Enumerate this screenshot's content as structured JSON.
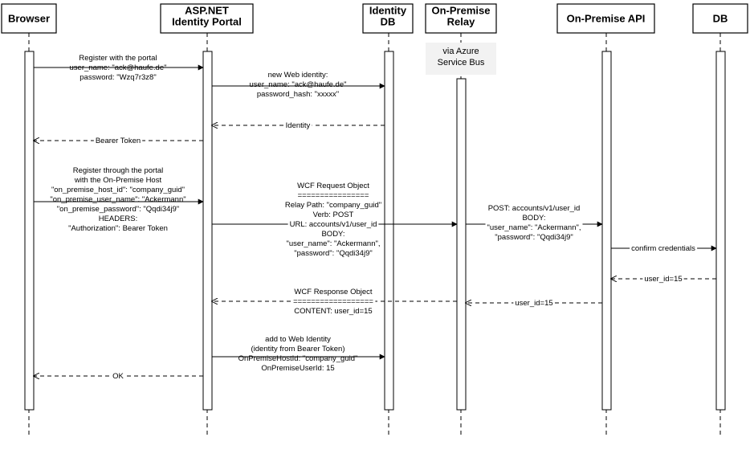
{
  "participants": [
    {
      "id": "browser",
      "lines": [
        "Browser"
      ]
    },
    {
      "id": "portal",
      "lines": [
        "ASP.NET",
        "Identity Portal"
      ]
    },
    {
      "id": "identitydb",
      "lines": [
        "Identity",
        "DB"
      ]
    },
    {
      "id": "relay",
      "lines": [
        "On-Premise",
        "Relay"
      ]
    },
    {
      "id": "api",
      "lines": [
        "On-Premise API"
      ]
    },
    {
      "id": "db",
      "lines": [
        "DB"
      ]
    }
  ],
  "relay_note": [
    "via Azure",
    "Service Bus"
  ],
  "messages": [
    {
      "id": "register-portal",
      "lines": [
        "Register with the portal",
        "user_name: \"ack@haufe.de\"",
        "password: \"Wzq7r3z8\""
      ]
    },
    {
      "id": "new-web-identity",
      "lines": [
        "new Web identity:",
        "user_name: \"ack@haufe.de\"",
        "password_hash: \"xxxxx\""
      ]
    },
    {
      "id": "identity-return",
      "lines": [
        "Identity"
      ]
    },
    {
      "id": "bearer-token",
      "lines": [
        "Bearer Token"
      ]
    },
    {
      "id": "register-through-portal",
      "lines": [
        "Register through the portal",
        "with the On-Premise Host",
        "\"on_premise_host_id\": \"company_guid\"",
        "\"on_premise_user_name\": \"Ackermann\"",
        "\"on_premise_password\": \"Qqdi34j9\"",
        "HEADERS:",
        "\"Authorization\": Bearer Token"
      ]
    },
    {
      "id": "wcf-request",
      "lines": [
        "WCF Request Object",
        "================",
        "Relay Path: \"company_guid\"",
        "Verb: POST",
        "URL: accounts/v1/user_id",
        "BODY:",
        "\"user_name\": \"Ackermann\",",
        "\"password\": \"Qqdi34j9\""
      ]
    },
    {
      "id": "post-accounts",
      "lines": [
        "POST: accounts/v1/user_id",
        "BODY:",
        "\"user_name\": \"Ackermann\",",
        "\"password\": \"Qqdi34j9\""
      ]
    },
    {
      "id": "confirm-credentials",
      "lines": [
        "confirm credentials"
      ]
    },
    {
      "id": "user-id-db",
      "lines": [
        "user_id=15"
      ]
    },
    {
      "id": "user-id-api",
      "lines": [
        "user_id=15"
      ]
    },
    {
      "id": "wcf-response",
      "lines": [
        "WCF Response Object",
        "==================",
        "CONTENT: user_id=15"
      ]
    },
    {
      "id": "add-web-identity",
      "lines": [
        "add to Web Identity",
        "(identity from Bearer Token)",
        "OnPremiseHostId: \"company_guid\"",
        "OnPremiseUserId: 15"
      ]
    },
    {
      "id": "ok-return",
      "lines": [
        "OK"
      ]
    }
  ]
}
